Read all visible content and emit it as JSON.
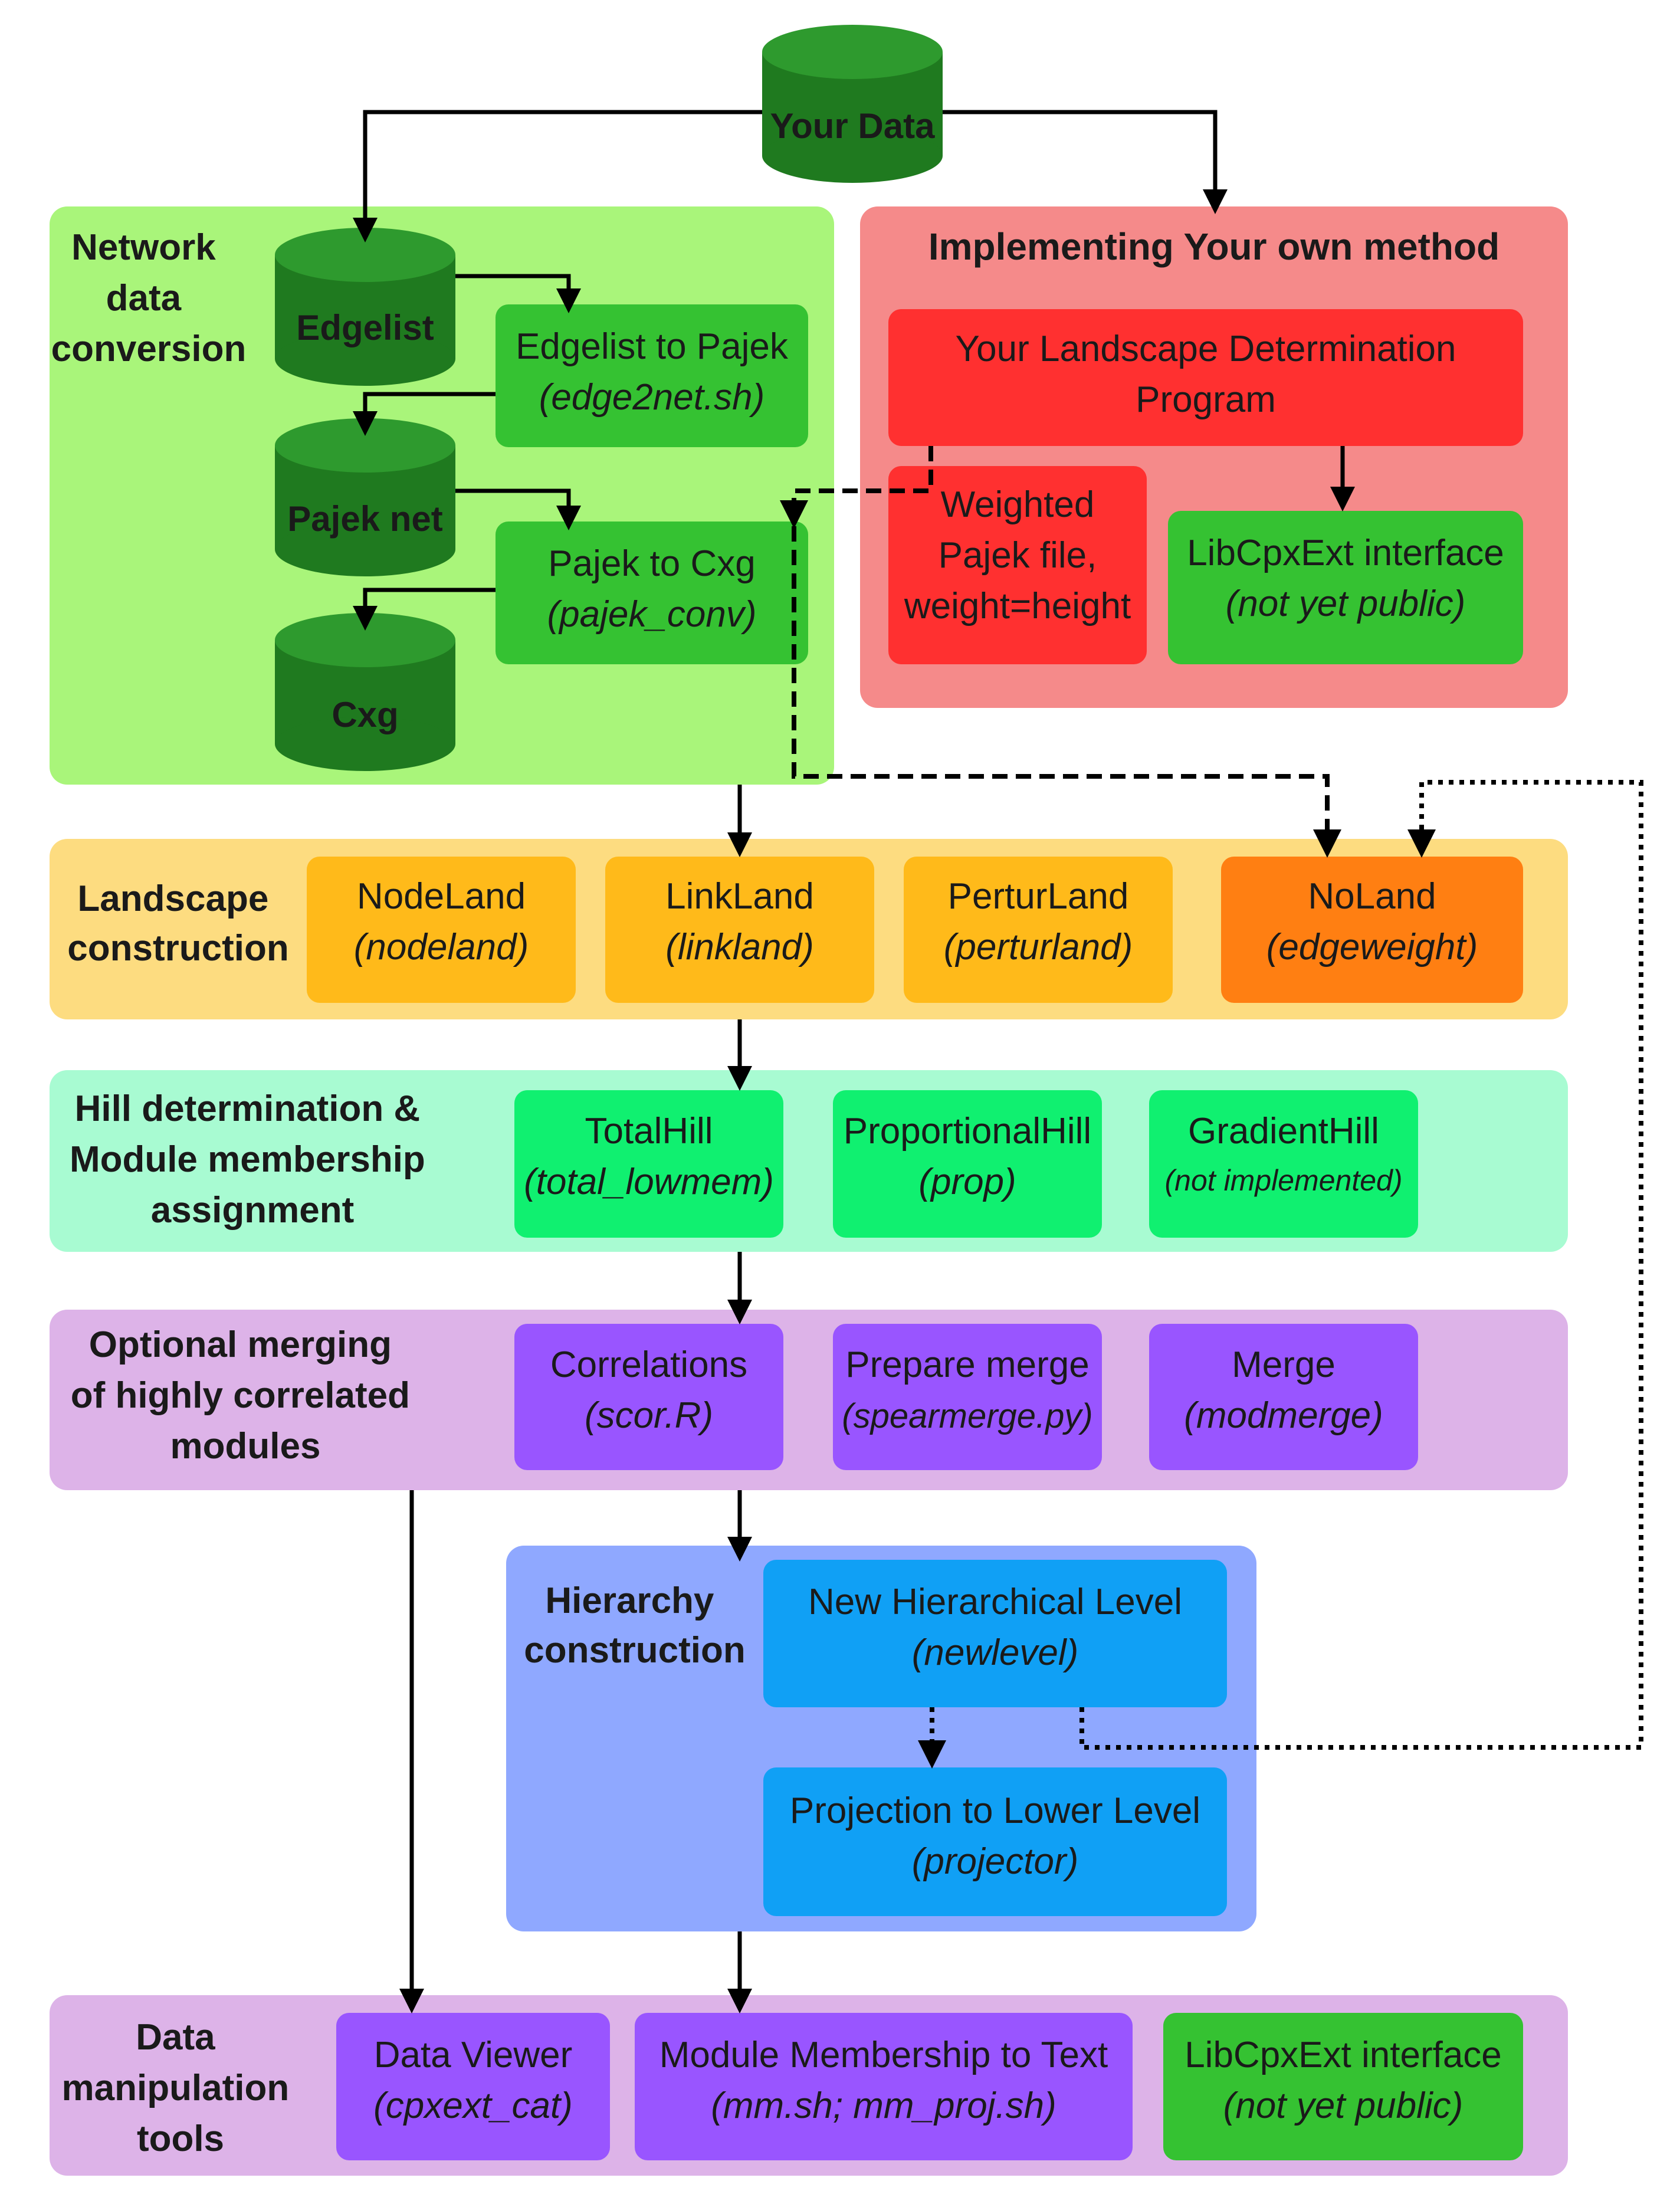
{
  "colors": {
    "network_panel": "#a9f57a",
    "method_panel": "#f58a8a",
    "landscape_panel": "#fddc80",
    "hill_panel": "#a8fbd2",
    "merge_panel": "#ddb3e8",
    "hierarchy_panel": "#8fa8ff",
    "tools_panel": "#ddb3e8",
    "green_box": "#35c232",
    "red_box": "#ff3030",
    "orange_box": "#ffba1a",
    "dark_orange_box": "#ff7f12",
    "mint_box": "#10f070",
    "purple_box": "#9955ff",
    "blue_box": "#10a0f5",
    "db_cylinder": "#1f7a1f"
  },
  "databases": {
    "your_data": "Your Data",
    "edgelist": "Edgelist",
    "pajek_net": "Pajek net",
    "cxg": "Cxg"
  },
  "network": {
    "title_l1": "Network",
    "title_l2": "data",
    "title_l3": "conversion",
    "edge2pajek": {
      "name": "Edgelist to Pajek",
      "cmd": "(edge2net.sh)"
    },
    "pajek2cxg": {
      "name": "Pajek to Cxg",
      "cmd": "(pajek_conv)"
    }
  },
  "method": {
    "title": "Implementing Your own method",
    "program_l1": "Your Landscape Determination",
    "program_l2": "Program",
    "weighted_l1": "Weighted",
    "weighted_l2": "Pajek file,",
    "weighted_l3": "weight=height",
    "libcpx": {
      "name": "LibCpxExt interface",
      "cmd": "(not yet public)"
    }
  },
  "landscape": {
    "title_l1": "Landscape",
    "title_l2": "construction",
    "items": [
      {
        "name": "NodeLand",
        "cmd": "(nodeland)"
      },
      {
        "name": "LinkLand",
        "cmd": "(linkland)"
      },
      {
        "name": "PerturLand",
        "cmd": "(perturland)"
      },
      {
        "name": "NoLand",
        "cmd": "(edgeweight)"
      }
    ]
  },
  "hill": {
    "title_l1": "Hill determination &",
    "title_l2": "Module membership",
    "title_l3": "assignment",
    "items": [
      {
        "name": "TotalHill",
        "cmd": "(total_lowmem)"
      },
      {
        "name": "ProportionalHill",
        "cmd": "(prop)"
      },
      {
        "name": "GradientHill",
        "cmd": "(not implemented)"
      }
    ]
  },
  "merge": {
    "title_l1": "Optional merging",
    "title_l2": "of highly correlated",
    "title_l3": "modules",
    "items": [
      {
        "name": "Correlations",
        "cmd": "(scor.R)"
      },
      {
        "name": "Prepare merge",
        "cmd": "(spearmerge.py)"
      },
      {
        "name": "Merge",
        "cmd": "(modmerge)"
      }
    ]
  },
  "hierarchy": {
    "title_l1": "Hierarchy",
    "title_l2": "construction",
    "newlevel": {
      "name": "New Hierarchical Level",
      "cmd": "(newlevel)"
    },
    "projector": {
      "name": "Projection to Lower Level",
      "cmd": "(projector)"
    }
  },
  "tools": {
    "title_l1": "Data",
    "title_l2": "manipulation",
    "title_l3": "tools",
    "items": [
      {
        "name": "Data Viewer",
        "cmd": "(cpxext_cat)"
      },
      {
        "name": "Module Membership to Text",
        "cmd": "(mm.sh; mm_proj.sh)"
      },
      {
        "name": "LibCpxExt interface",
        "cmd": "(not yet public)"
      }
    ]
  }
}
